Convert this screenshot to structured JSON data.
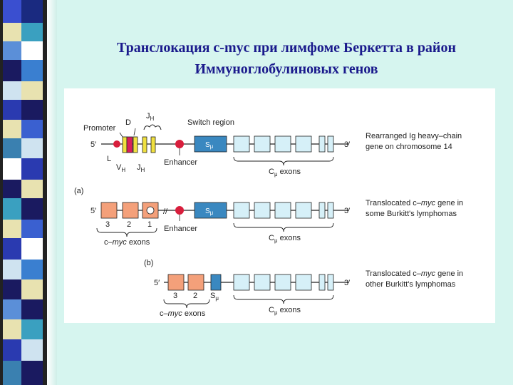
{
  "slide": {
    "title_line1": "Транслокация c-myc при лимфоме Беркетта в район",
    "title_line2": "Иммуноглобулиновых генов"
  },
  "diagram": {
    "promoter": "Promoter",
    "d": "D",
    "jh_top": "J",
    "jh_top_sub": "H",
    "switch_region": "Switch region",
    "five_prime": "5′",
    "three_prime": "3′",
    "l": "L",
    "vh": "V",
    "vh_sub": "H",
    "jh_bottom": "J",
    "jh_bottom_sub": "H",
    "enhancer": "Enhancer",
    "s_mu": "S",
    "s_mu_sub": "μ",
    "c_mu_exons": "C",
    "c_mu_exons_sub": "μ",
    "exons_word": " exons",
    "panel_a": "(a)",
    "panel_b": "(b)",
    "exon3": "3",
    "exon2": "2",
    "exon1": "1",
    "cmyc_prefix": "c–",
    "cmyc_italic": "myc",
    "cmyc_exons_suffix": " exons",
    "row1_caption_l1": "Rearranged Ig heavy–chain",
    "row1_caption_l2": "gene on chromosome 14",
    "row2_caption_l1_a": "Translocated c–",
    "row2_caption_l1_b": "myc",
    "row2_caption_l1_c": " gene in",
    "row2_caption_l2": "some Burkitt's lymphomas",
    "row3_caption_l1_a": "Translocated c–",
    "row3_caption_l1_b": "myc",
    "row3_caption_l1_c": " gene in",
    "row3_caption_l2": "other Burkitt's lymphomas"
  },
  "colors": {
    "cmu_exon": "#d6f0f8",
    "cmyc_exon": "#f4a07a",
    "s_mu_box": "#3a88c0",
    "vh_box": "#d8205a",
    "jh_box": "#f0e040",
    "enhancer_dot": "#d81e3c",
    "title": "#1a1a8c"
  }
}
